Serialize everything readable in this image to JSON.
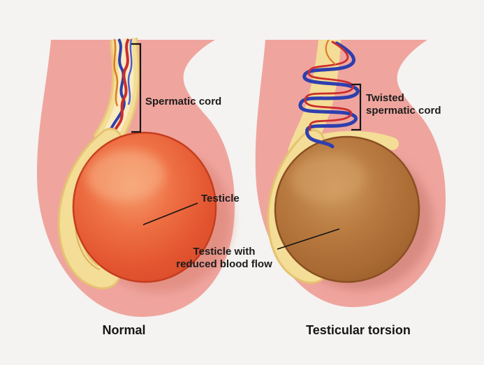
{
  "colors": {
    "background": "#f4f3f1",
    "scrotum_pink": "#efa59e",
    "testicle_normal": "#e8643b",
    "testicle_torsion": "#b07038",
    "epididymis_cream": "#f4dd96",
    "vessel_red": "#cc2d2d",
    "vessel_blue": "#2e3fae",
    "label_text": "#1b1b1b"
  },
  "labels": {
    "spermatic_cord": "Spermatic cord",
    "testicle": "Testicle",
    "twisted_spermatic_cord": "Twisted spermatic cord",
    "testicle_reduced": "Testicle with reduced blood flow",
    "normal_caption": "Normal",
    "torsion_caption": "Testicular torsion"
  }
}
